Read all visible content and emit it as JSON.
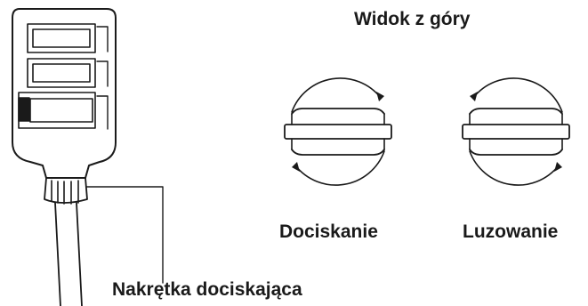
{
  "labels": {
    "view_title": "Widok z góry",
    "tighten": "Dociskanie",
    "loosen": "Luzowanie",
    "nut": "Nakrętka dociskająca"
  },
  "colors": {
    "ink": "#1a1a1a",
    "background": "#ffffff"
  },
  "icons": {
    "tighten": "clockwise-rotation-arrows",
    "loosen": "counterclockwise-rotation-arrows"
  }
}
